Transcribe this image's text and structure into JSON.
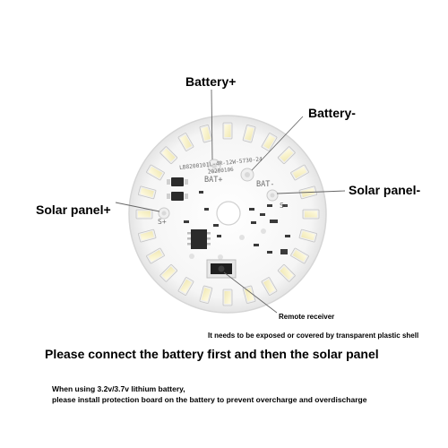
{
  "labels": {
    "battery_plus": "Battery+",
    "battery_minus": "Battery-",
    "solar_plus": "Solar panel+",
    "solar_minus": "Solar panel-",
    "remote_receiver": "Remote receiver"
  },
  "notes": {
    "exposure": "It needs to be exposed or covered by transparent plastic shell",
    "instruction": "Please connect the battery first and then the solar panel",
    "lithium_line1": "When using 3.2v/3.7v lithium battery,",
    "lithium_line2": "please install protection board on the battery to prevent overcharge and overdischarge"
  },
  "pcb": {
    "code": "LB8200101L-4R-12W-5730-24",
    "date": "20200106",
    "bat_plus": "BAT+",
    "bat_minus": "BAT-",
    "s_plus": "S+",
    "s_minus": "S-"
  },
  "colors": {
    "board": "#f7f7f7",
    "board_edge": "#d9d9d9",
    "led_body": "#f2f2f2",
    "led_emitter": "#fbf7d6",
    "label_text": "#000000"
  }
}
